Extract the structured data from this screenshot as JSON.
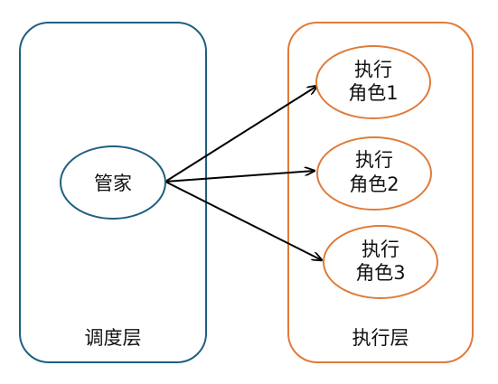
{
  "colors": {
    "dispatch_border": "#1f5f7f",
    "exec_border": "#e07b39",
    "arrow": "#000000"
  },
  "layers": {
    "dispatch": {
      "label": "调度层"
    },
    "execution": {
      "label": "执行层"
    }
  },
  "nodes": {
    "manager": {
      "label": "管家"
    },
    "roles": [
      {
        "line1": "执行",
        "line2": "角色1"
      },
      {
        "line1": "执行",
        "line2": "角色2"
      },
      {
        "line1": "执行",
        "line2": "角色3"
      }
    ]
  }
}
